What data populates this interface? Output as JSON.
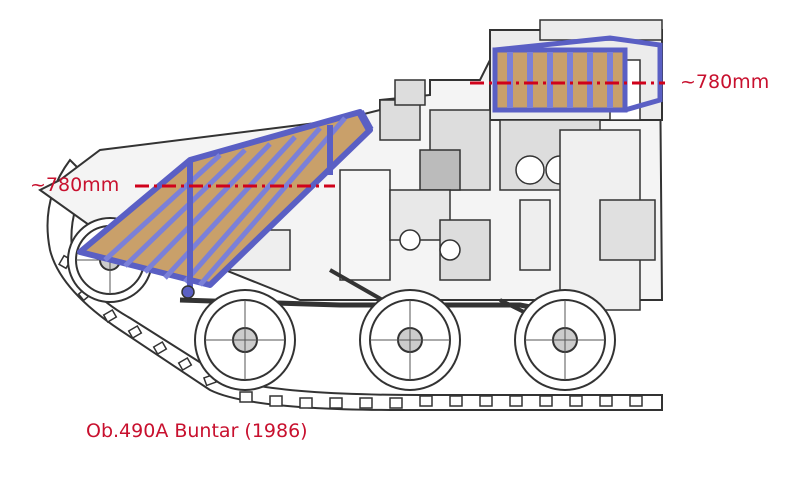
{
  "annotations": {
    "front_dimension": "~780mm",
    "top_dimension": "~780mm"
  },
  "caption": "Ob.490A Buntar (1986)",
  "colors": {
    "armor_frame": "#6a6fd0",
    "armor_fill": "#c9a06a",
    "dimension_line": "#d0021b",
    "hull_line": "#333333"
  }
}
